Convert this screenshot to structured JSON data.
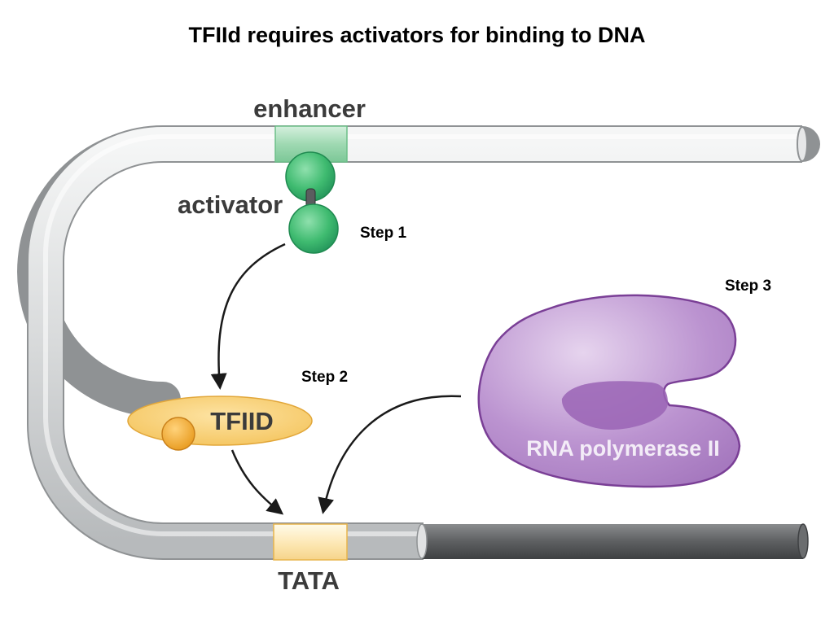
{
  "title": "TFIId requires activators for binding to DNA",
  "labels": {
    "enhancer": "enhancer",
    "activator": "activator",
    "tfiid": "TFIID",
    "tata": "TATA",
    "rna_pol": "RNA polymerase II",
    "step1": "Step 1",
    "step2": "Step 2",
    "step3": "Step 3"
  },
  "colors": {
    "dna": "#d9dbdc",
    "dna_dark": "#5f6163",
    "enhancer": "#a7ddb8",
    "activator": "#35b36a",
    "tfiid": "#f6c766",
    "tata": "#fde9b8",
    "rna_pol": "#b387c9"
  }
}
